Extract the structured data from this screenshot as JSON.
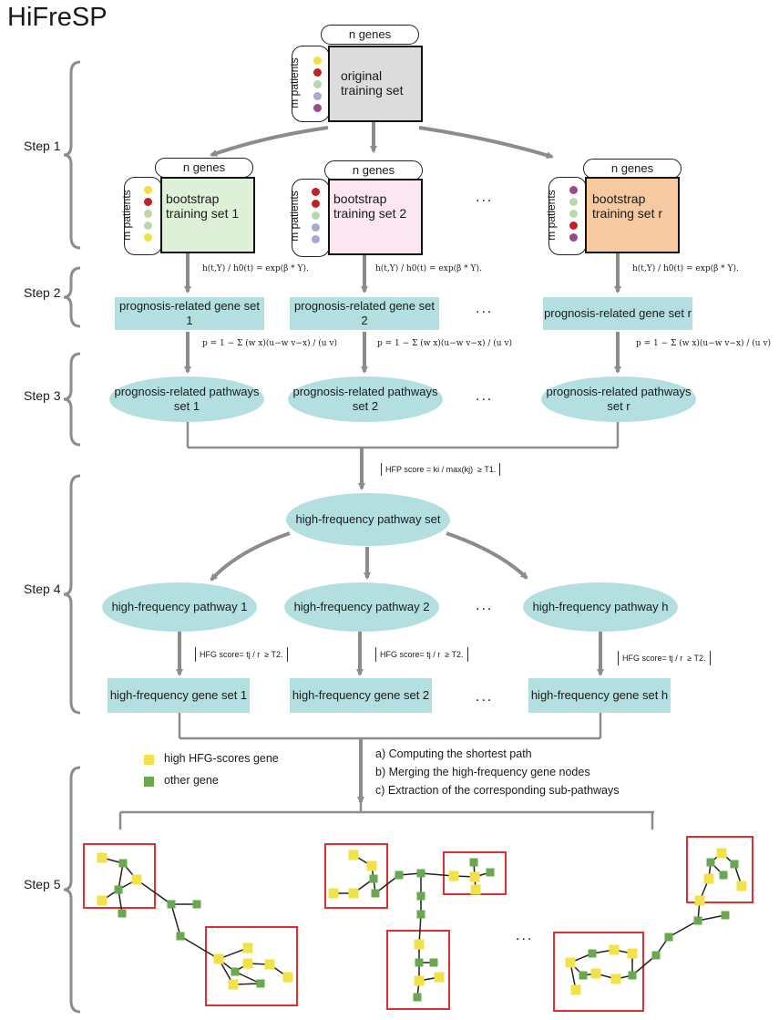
{
  "title": "HiFreSP",
  "steps": [
    "Step 1",
    "Step 2",
    "Step 3",
    "Step 4",
    "Step 5"
  ],
  "colors": {
    "gray_matrix": "#dcdcdc",
    "green_matrix": "#dff0d8",
    "pink_matrix": "#fbe6f2",
    "orange_matrix": "#f7c9a0",
    "teal": "#b3dfe0",
    "arrow": "#8c8c8c",
    "high_gene": "#f1e24a",
    "other_gene": "#6aa84f",
    "subpathway_border": "#e03030",
    "dot_yellow": "#f0e040",
    "dot_red": "#c0202a",
    "dot_lightgreen": "#b8d8a8",
    "dot_lavender": "#a8a8d0",
    "dot_purple": "#9a4a8a"
  },
  "step1": {
    "original": {
      "genes_label": "n genes",
      "patients_label": "m patients",
      "text": "original\ntraining set"
    },
    "bootstraps": [
      {
        "genes_label": "n genes",
        "patients_label": "m patients",
        "text": "bootstrap\ntraining set 1"
      },
      {
        "genes_label": "n genes",
        "patients_label": "m patients",
        "text": "bootstrap\ntraining set 2"
      },
      {
        "genes_label": "n genes",
        "patients_label": "m patients",
        "text": "bootstrap\ntraining set r"
      }
    ],
    "ellipsis": "..."
  },
  "step2": {
    "formula": "h(t,Y) / h0(t) = exp(β * Y).",
    "sets": [
      "prognosis-related\ngene set 1",
      "prognosis-related\ngene set 2",
      "prognosis-related\ngene set r"
    ],
    "ellipsis": "..."
  },
  "step3": {
    "formula": "p = 1 − Σ (w x)(u−w v−x) / (u v)",
    "sets": [
      "prognosis-related\npathways set 1",
      "prognosis-related\npathways set 2",
      "prognosis-related\npathways set r"
    ],
    "ellipsis": "..."
  },
  "step4": {
    "hfp_formula": "HFP score = ki / max(kj)  ≥ T1.",
    "hub": "high-frequency\npathway set",
    "pathways": [
      "high-frequency\npathway 1",
      "high-frequency\npathway 2",
      "high-frequency\npathway h"
    ],
    "hfg_formula": "HFG score= tj / r  ≥ T2.",
    "gene_sets": [
      "high-frequency\ngene set  1",
      "high-frequency\ngene set  2",
      "high-frequency\ngene set  h"
    ],
    "ellipsis": "..."
  },
  "step5": {
    "legend": [
      {
        "label": "high HFG-scores gene",
        "color": "#f1e24a"
      },
      {
        "label": "other gene",
        "color": "#6aa84f"
      }
    ],
    "notes": [
      "a) Computing the shortest path",
      "b) Merging the high-frequency gene nodes",
      "c) Extraction of the corresponding sub-pathways"
    ],
    "ellipsis": "..."
  }
}
